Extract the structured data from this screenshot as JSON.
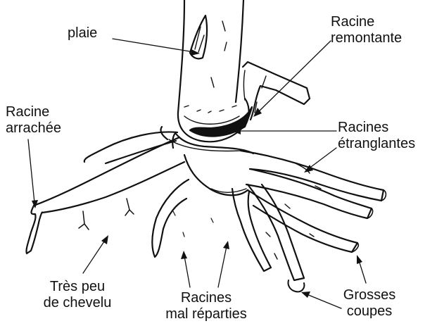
{
  "labels": {
    "plaie": "plaie",
    "racine_remontante": [
      "Racine",
      "remontante"
    ],
    "racine_arrachee": [
      "Racine",
      "arrachée"
    ],
    "racines_etranglantes": [
      "Racines",
      "étranglantes"
    ],
    "tres_peu_chevelu": [
      "Très peu",
      "de chevelu"
    ],
    "racines_mal_reparties": [
      "Racines",
      "mal réparties"
    ],
    "grosses_coupes": [
      "Grosses",
      "coupes"
    ]
  },
  "colors": {
    "ink": "#111111",
    "background": "#ffffff"
  }
}
